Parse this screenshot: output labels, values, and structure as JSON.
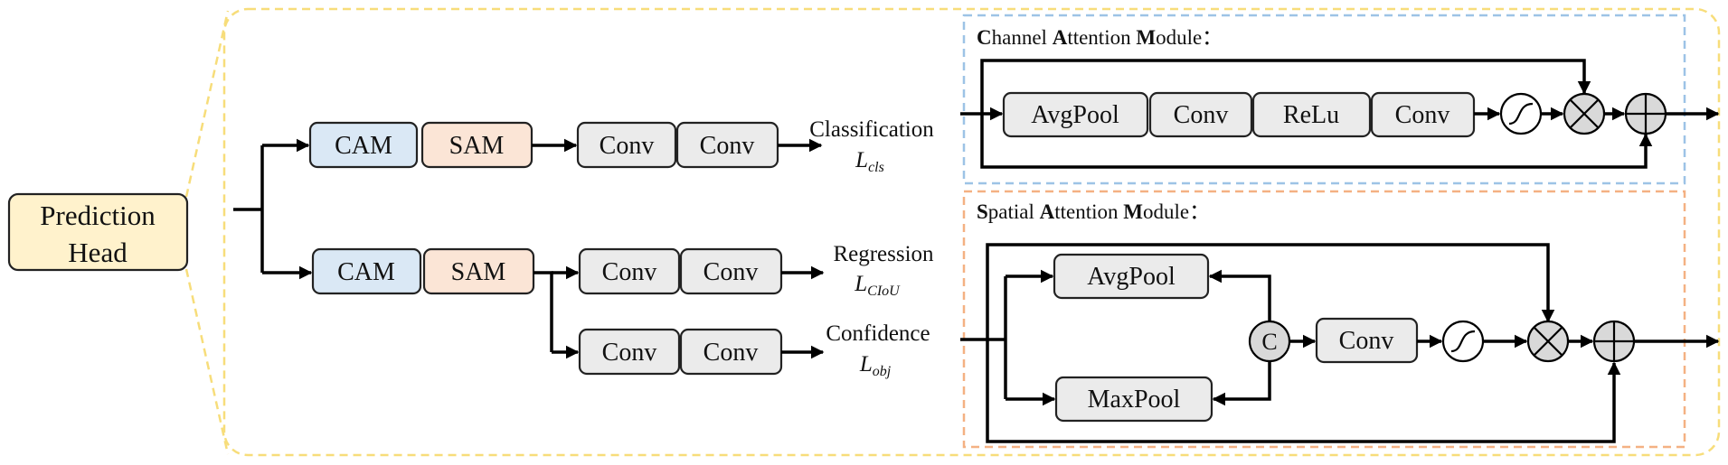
{
  "colors": {
    "prediction_head_fill": "#fff2cc",
    "cam_fill": "#dae8f5",
    "sam_fill": "#fbe5d6",
    "conv_fill": "#ebebeb",
    "outer_dash": "#f7dd7a",
    "channel_dash": "#9dc3e6",
    "spatial_dash": "#f4b183",
    "op_fill": "#d9d9d9"
  },
  "prediction_head": {
    "line1": "Prediction",
    "line2": "Head"
  },
  "branch_top": {
    "cam": "CAM",
    "sam": "SAM",
    "conv1": "Conv",
    "conv2": "Conv",
    "output_name": "Classification",
    "loss_base": "L",
    "loss_sub": "cls"
  },
  "branch_bottom": {
    "cam": "CAM",
    "sam": "SAM",
    "regression": {
      "conv1": "Conv",
      "conv2": "Conv",
      "output_name": "Regression",
      "loss_base": "L",
      "loss_sub": "CIoU"
    },
    "confidence": {
      "conv1": "Conv",
      "conv2": "Conv",
      "output_name": "Confidence",
      "loss_base": "L",
      "loss_sub": "obj"
    }
  },
  "channel_module": {
    "title_parts": [
      "C",
      "hannel ",
      "A",
      "ttention ",
      "M",
      "odule："
    ],
    "blocks": [
      "AvgPool",
      "Conv",
      "ReLu",
      "Conv"
    ],
    "ops": [
      "sigmoid-icon",
      "multiply-icon",
      "add-icon"
    ]
  },
  "spatial_module": {
    "title_parts": [
      "S",
      "patial ",
      "A",
      "ttention ",
      "M",
      "odule："
    ],
    "avgpool": "AvgPool",
    "maxpool": "MaxPool",
    "concat": "C",
    "conv": "Conv",
    "ops": [
      "sigmoid-icon",
      "multiply-icon",
      "add-icon"
    ]
  }
}
